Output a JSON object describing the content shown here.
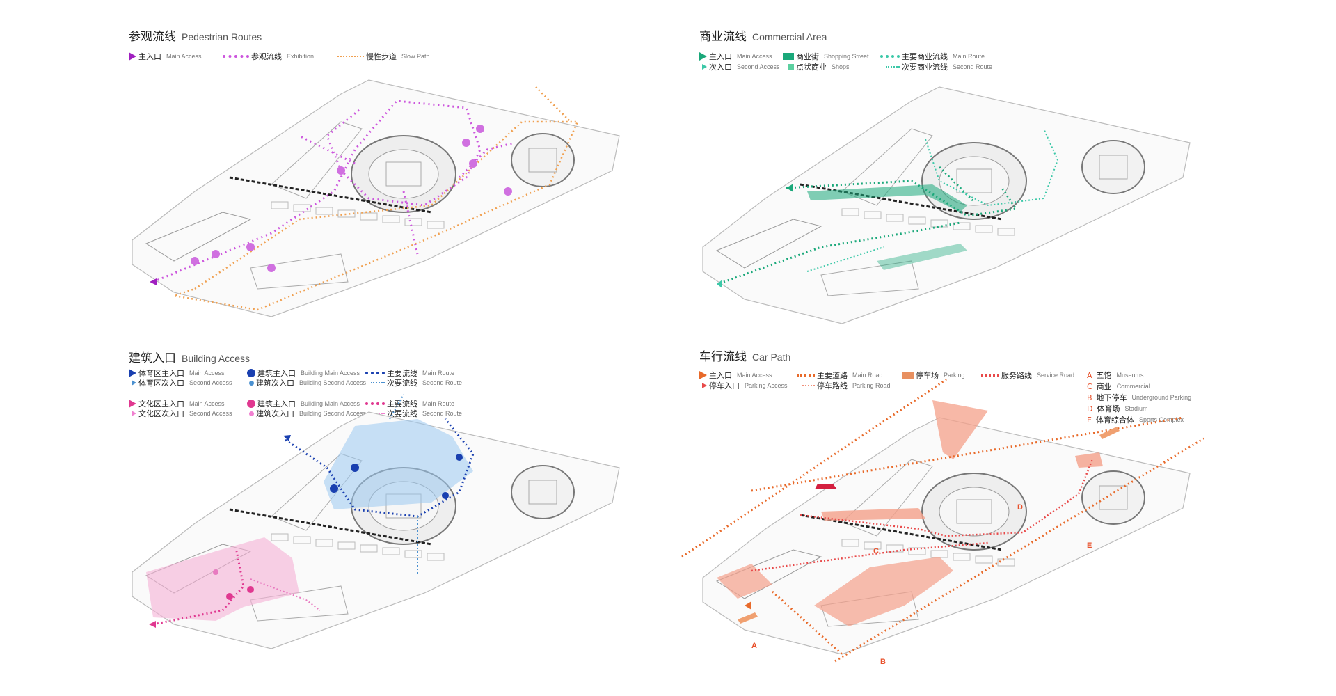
{
  "colors": {
    "magenta": "#a020c0",
    "exhibition": "#cc55dd",
    "slow": "#f0a050",
    "green": "#1aa87a",
    "teal": "#3cc8a8",
    "blue": "#1a40b0",
    "lightblue": "#4a90d0",
    "pink": "#e03890",
    "orange": "#e86a2a",
    "red": "#e84a4a",
    "salmon": "#f4a08a"
  },
  "pedestrian": {
    "title_cn": "参观流线",
    "title_en": "Pedestrian Routes",
    "legend": [
      {
        "cn": "主入口",
        "en": "Main Access"
      },
      {
        "cn": "参观流线",
        "en": "Exhibition"
      },
      {
        "cn": "慢性步道",
        "en": "Slow Path"
      }
    ]
  },
  "commercial": {
    "title_cn": "商业流线",
    "title_en": "Commercial Area",
    "legend": [
      {
        "cn": "主入口",
        "en": "Main Access"
      },
      {
        "cn": "次入口",
        "en": "Second Access"
      },
      {
        "cn": "商业街",
        "en": "Shopping Street"
      },
      {
        "cn": "点状商业",
        "en": "Shops"
      },
      {
        "cn": "主要商业流线",
        "en": "Main Route"
      },
      {
        "cn": "次要商业流线",
        "en": "Second Route"
      }
    ]
  },
  "building": {
    "title_cn": "建筑入口",
    "title_en": "Building Access",
    "legend": [
      {
        "cn": "体育区主入口",
        "en": "Main Access"
      },
      {
        "cn": "体育区次入口",
        "en": "Second Access"
      },
      {
        "cn": "建筑主入口",
        "en": "Building Main Access"
      },
      {
        "cn": "建筑次入口",
        "en": "Building Second Access"
      },
      {
        "cn": "主要流线",
        "en": "Main Route"
      },
      {
        "cn": "次要流线",
        "en": "Second Route"
      },
      {
        "cn": "文化区主入口",
        "en": "Main Access"
      },
      {
        "cn": "文化区次入口",
        "en": "Second Access"
      },
      {
        "cn": "建筑主入口",
        "en": "Building Main Access"
      },
      {
        "cn": "建筑次入口",
        "en": "Building Second Access"
      },
      {
        "cn": "主要流线",
        "en": "Main Route"
      },
      {
        "cn": "次要流线",
        "en": "Second Route"
      }
    ]
  },
  "car": {
    "title_cn": "车行流线",
    "title_en": "Car Path",
    "legend": [
      {
        "cn": "主入口",
        "en": "Main Access"
      },
      {
        "cn": "停车入口",
        "en": "Parking Access"
      },
      {
        "cn": "主要道路",
        "en": "Main Road"
      },
      {
        "cn": "停车路线",
        "en": "Parking Road"
      },
      {
        "cn": "停车场",
        "en": "Parking"
      },
      {
        "cn": "服务路线",
        "en": "Service Road"
      }
    ],
    "zones": [
      {
        "letter": "A",
        "cn": "五馆",
        "en": "Museums"
      },
      {
        "letter": "C",
        "cn": "商业",
        "en": "Commercial"
      },
      {
        "letter": "B",
        "cn": "地下停车",
        "en": "Underground Parking"
      },
      {
        "letter": "D",
        "cn": "体育场",
        "en": "Stadium"
      },
      {
        "letter": "E",
        "cn": "体育综合体",
        "en": "Sports Complex"
      }
    ]
  }
}
